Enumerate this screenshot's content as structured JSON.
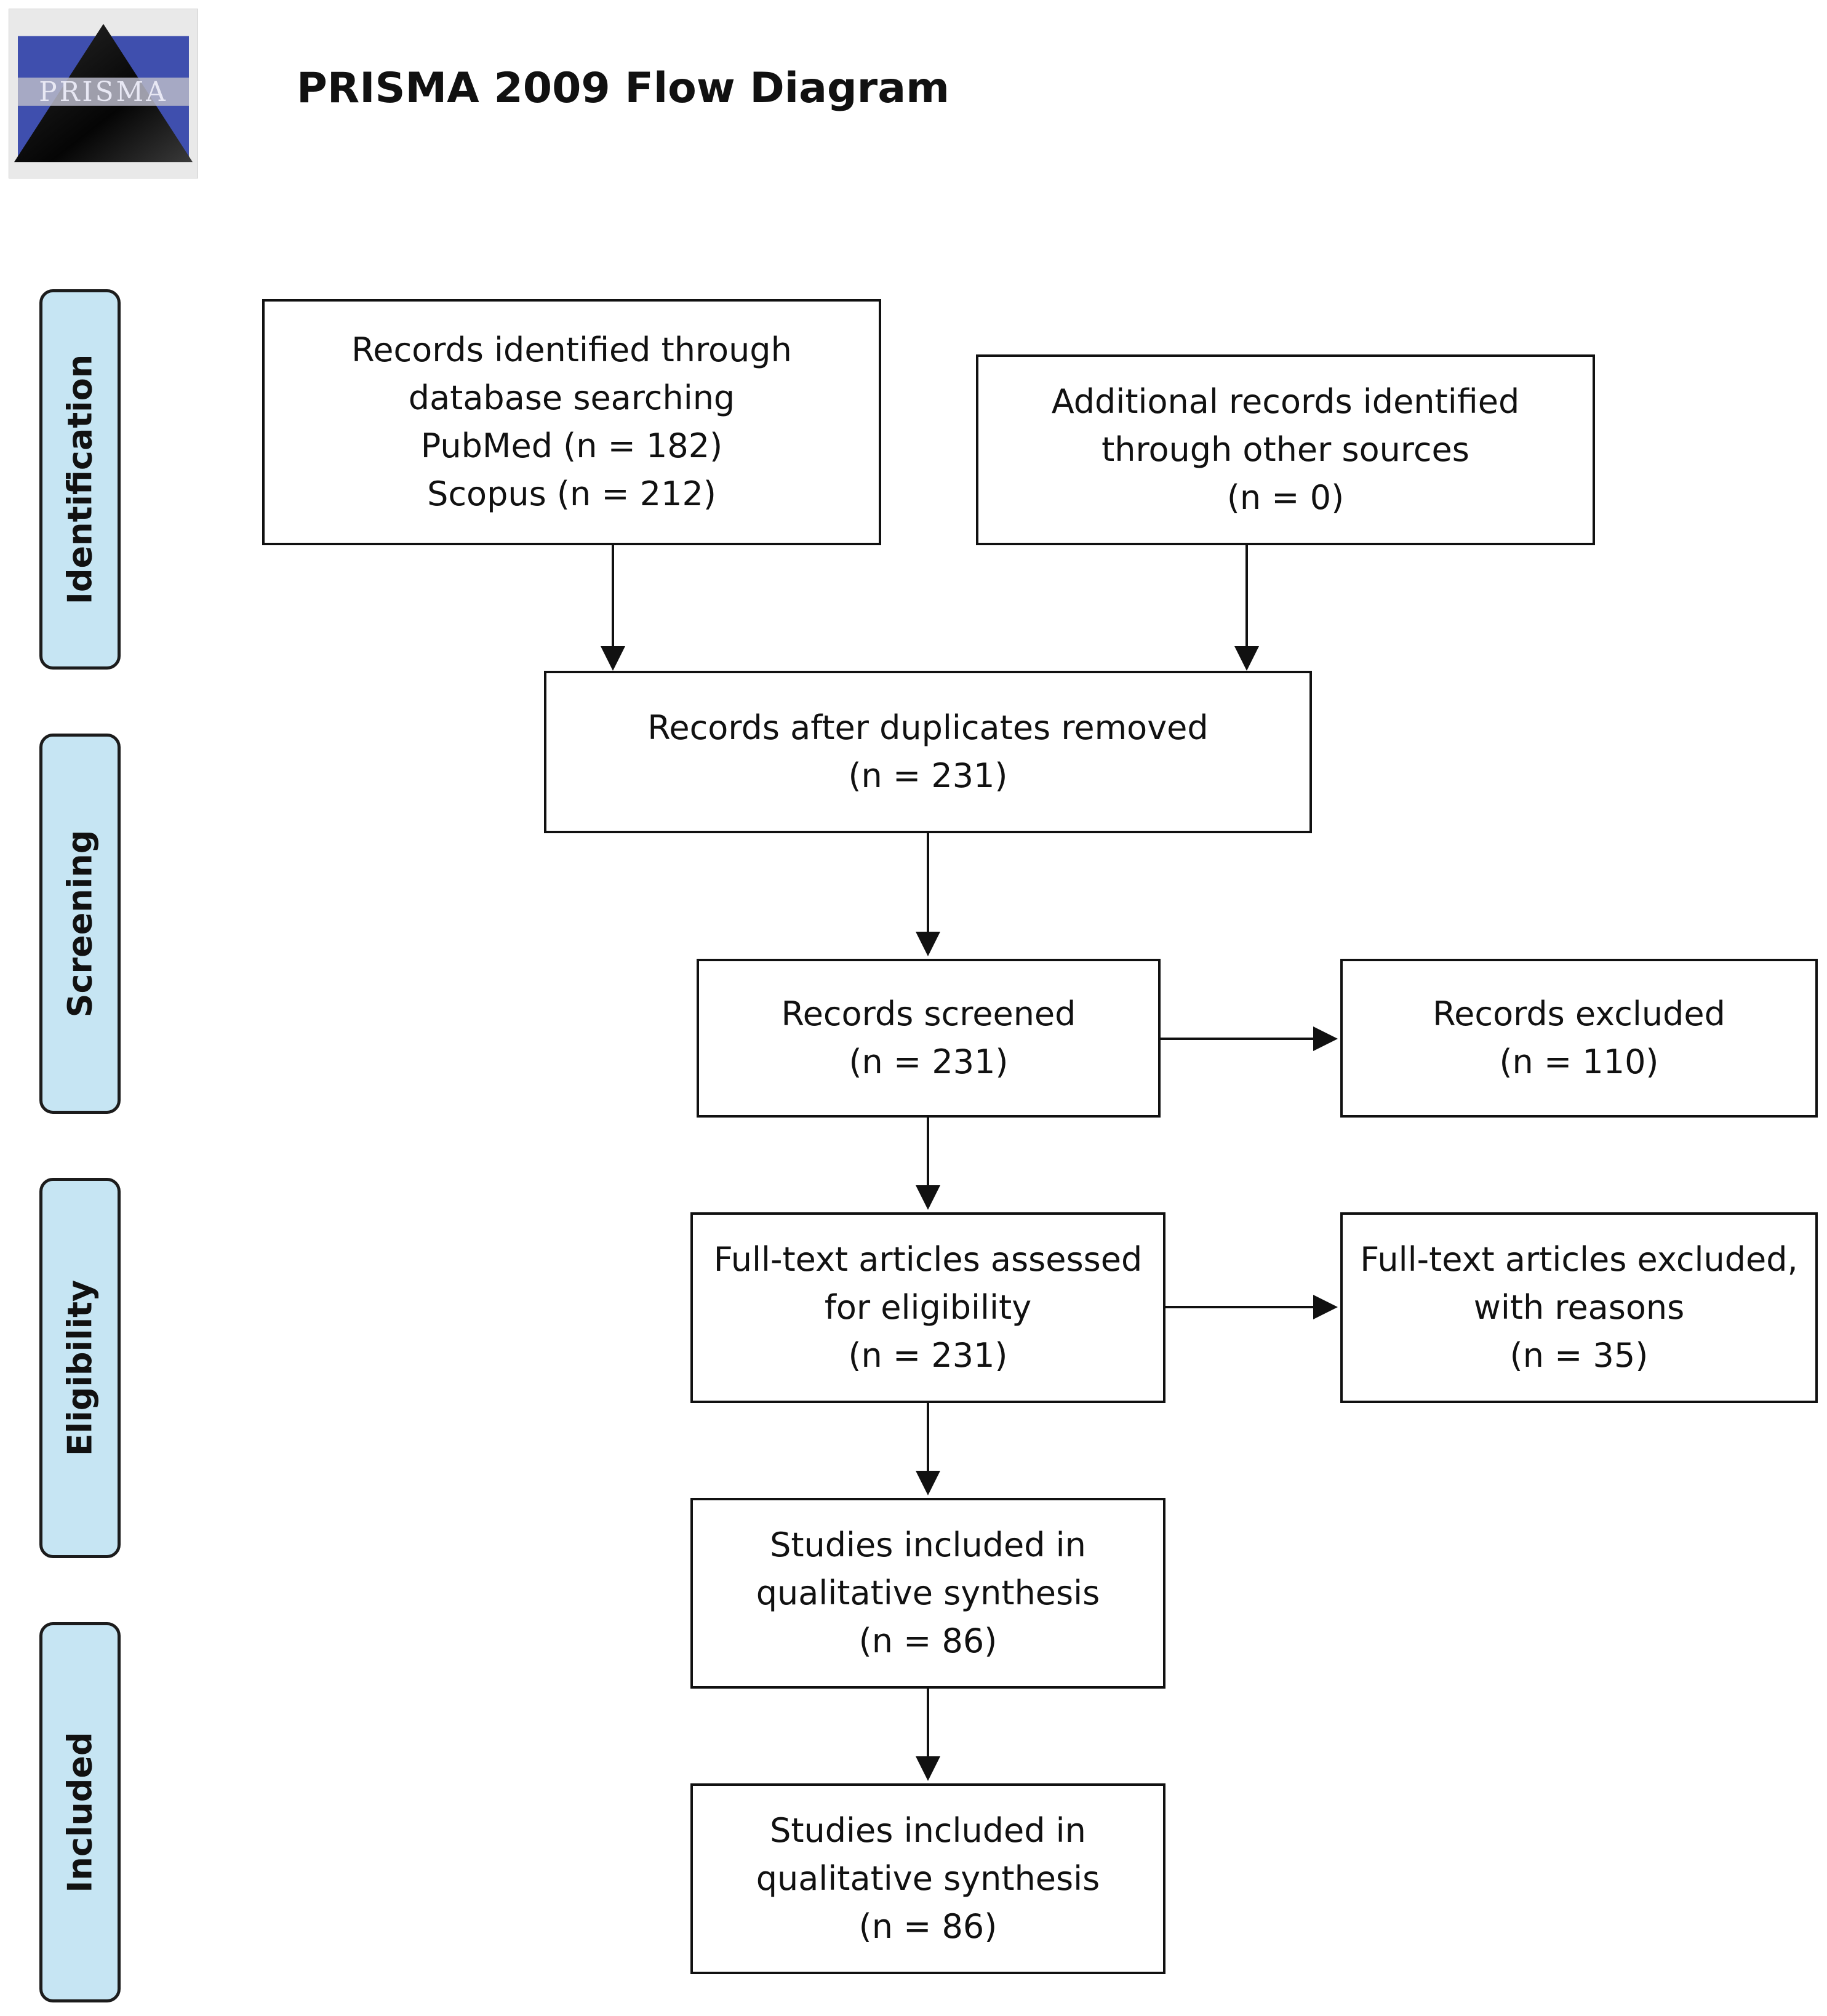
{
  "logo": {
    "text": "PRISMA",
    "icon": "prisma-logo"
  },
  "title": "PRISMA 2009 Flow Diagram",
  "stages": {
    "identification": "Identification",
    "screening": "Screening",
    "eligibility": "Eligibility",
    "included": "Included"
  },
  "boxes": {
    "database_search": {
      "line1": "Records identified through",
      "line2": "database searching",
      "line3": "PubMed (n = 182)",
      "line4": "Scopus (n = 212)"
    },
    "other_sources": {
      "line1": "Additional records identified",
      "line2": "through other sources",
      "line3": "(n = 0)"
    },
    "duplicates_removed": {
      "line1": "Records after duplicates removed",
      "line2": "(n = 231)"
    },
    "screened": {
      "line1": "Records screened",
      "line2": "(n = 231)"
    },
    "excluded": {
      "line1": "Records excluded",
      "line2": "(n = 110)"
    },
    "fulltext_assessed": {
      "line1": "Full-text articles assessed",
      "line2": "for eligibility",
      "line3": "(n = 231)"
    },
    "fulltext_excluded": {
      "line1": "Full-text articles excluded,",
      "line2": "with reasons",
      "line3": "(n = 35)"
    },
    "qualitative": {
      "line1": "Studies included in",
      "line2": "qualitative synthesis",
      "line3": "(n = 86)"
    },
    "quantitative": {
      "line1": "Studies included in",
      "line2": "qualitative synthesis",
      "line3": "(n = 86)"
    }
  },
  "colors": {
    "stage_fill": "#c6e5f3",
    "border": "#111111",
    "logo_blue": "#3f4fae"
  }
}
